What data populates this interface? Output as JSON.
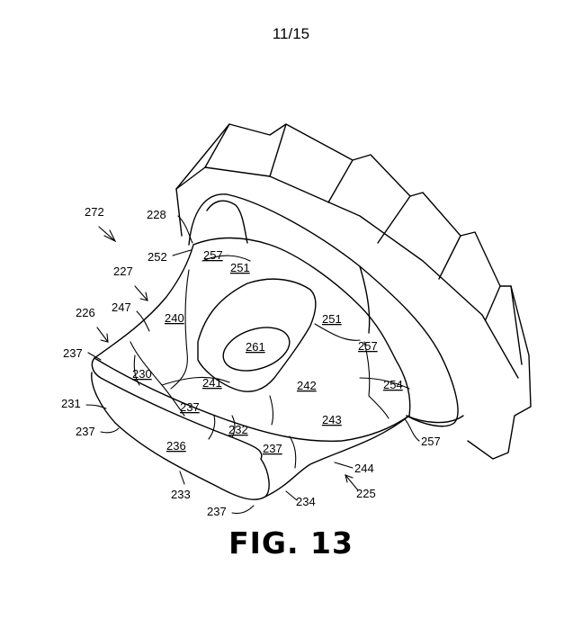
{
  "header": {
    "page_number": "11/15"
  },
  "figure": {
    "title": "FIG. 13"
  },
  "labels": {
    "l272": "272",
    "l228": "228",
    "l252": "252",
    "l257a": "257",
    "l251a": "251",
    "l227": "227",
    "l247": "247",
    "l240": "240",
    "l226": "226",
    "l261": "261",
    "l251b": "251",
    "l257b": "257",
    "l237a": "237",
    "l230": "230",
    "l241": "241",
    "l242": "242",
    "l254": "254",
    "l231": "231",
    "l237b": "237",
    "l232": "232",
    "l243": "243",
    "l237c": "237",
    "l236": "236",
    "l237d": "237",
    "l257c": "257",
    "l244": "244",
    "l233": "233",
    "l234": "234",
    "l225": "225",
    "l237e": "237"
  }
}
